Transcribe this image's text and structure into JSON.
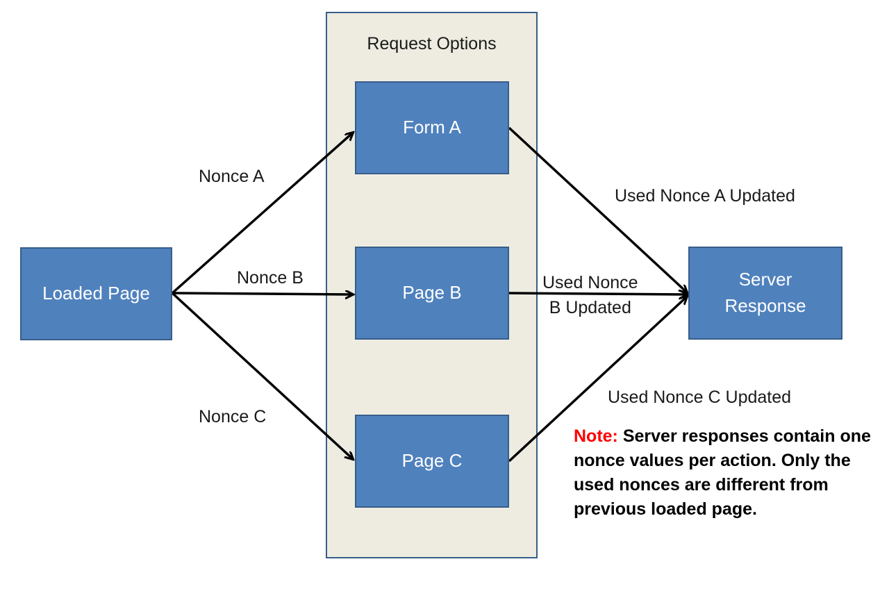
{
  "diagram": {
    "panel_title": "Request Options",
    "nodes": {
      "loaded_page": "Loaded Page",
      "form_a": "Form A",
      "page_b": "Page B",
      "page_c": "Page C",
      "server_response": "Server\nResponse"
    },
    "edges": {
      "nonce_a": "Nonce A",
      "nonce_b": "Nonce B",
      "nonce_c": "Nonce C",
      "used_nonce_a": "Used Nonce A Updated",
      "used_nonce_b": "Used Nonce\nB Updated",
      "used_nonce_c": "Used Nonce C Updated"
    },
    "note": {
      "lead": "Note:",
      "text": " Server responses contain one nonce values per action. Only the used nonces are different from previous loaded page."
    },
    "colors": {
      "node_fill": "#4f81bd",
      "node_border": "#385d8a",
      "panel_fill": "#eeece1",
      "note_lead": "#ff0000"
    }
  }
}
